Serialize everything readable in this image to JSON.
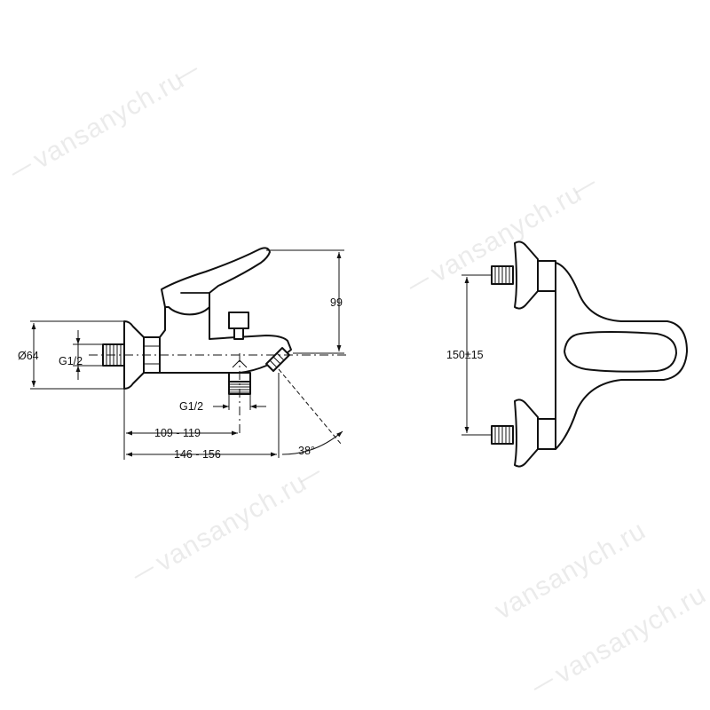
{
  "labels": {
    "diameter": "Ø64",
    "thread_left": "G1/2",
    "thread_bottom": "G1/2",
    "dim_109_119": "109 - 119",
    "dim_146_156": "146 - 156",
    "angle": "38°",
    "height": "99",
    "spacing": "150±15"
  },
  "watermark": {
    "text": "vansanych.ru"
  }
}
